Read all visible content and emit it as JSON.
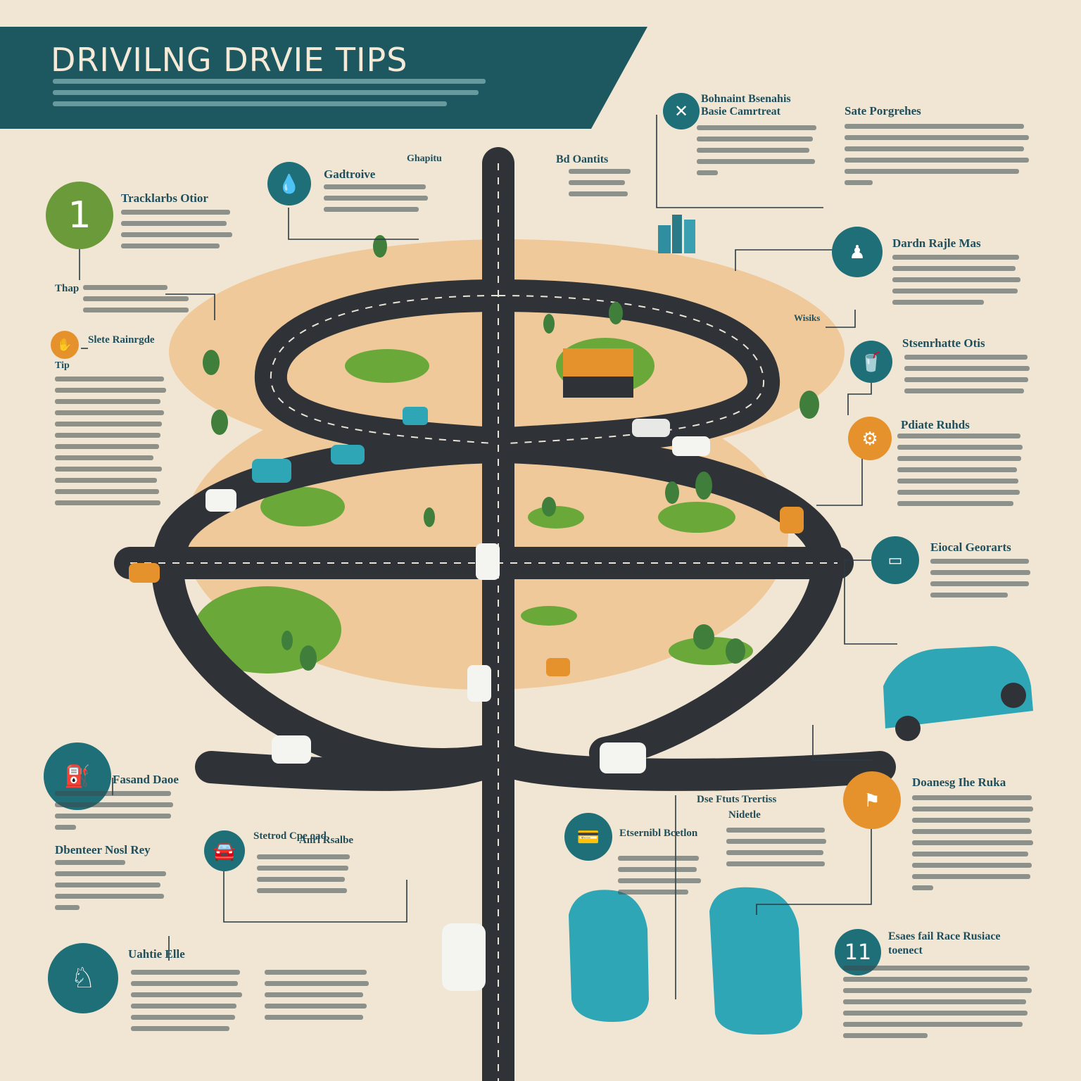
{
  "header": {
    "title": "DRIVILNG DRVIE TIPS"
  },
  "tips": [
    {
      "id": "tip-1",
      "number": "1",
      "title": "Tracklarbs Otior",
      "color": "#6a9a3a"
    },
    {
      "id": "tip-2",
      "number": "",
      "title": "Gadtroive",
      "color": "#1e6f78"
    },
    {
      "id": "tip-3",
      "number": "",
      "title": "Bohnaint Bsenahis",
      "subtitle": "Basie Camrtreat",
      "color": "#1e6f78"
    },
    {
      "id": "tip-4",
      "number": "",
      "title": "Sate Porgrehes",
      "color": ""
    },
    {
      "id": "tip-5",
      "number": "",
      "title": "Thap",
      "color": ""
    },
    {
      "id": "tip-6",
      "number": "",
      "title": "Slete Rainrgde",
      "subtitle": "Tip",
      "color": "#e6922c"
    },
    {
      "id": "tip-7",
      "number": "",
      "title": "Dardn Rajle Mas",
      "color": "#1e6f78"
    },
    {
      "id": "tip-8",
      "number": "",
      "title": "Stsenrhatte Otis",
      "color": "#1e6f78"
    },
    {
      "id": "tip-9",
      "number": "",
      "title": "Pdiate Ruhds",
      "color": "#e6922c"
    },
    {
      "id": "tip-10",
      "number": "",
      "title": "Eiocal Georarts",
      "color": "#1e6f78"
    },
    {
      "id": "tip-11",
      "number": "",
      "title": "Fasand Daoe",
      "color": "#1e6f78"
    },
    {
      "id": "tip-12",
      "number": "",
      "title": "Dbenteer Nosl Rey",
      "color": ""
    },
    {
      "id": "tip-13",
      "number": "",
      "title": "Stetrod Cpe oad",
      "subtitle": "Anrl Rsalbe",
      "color": "#1e6f78"
    },
    {
      "id": "tip-14",
      "number": "",
      "title": "Etsernibl Bcetlon",
      "color": "#1e6f78"
    },
    {
      "id": "tip-15",
      "number": "",
      "title": "Dse Ftuts Trertiss",
      "subtitle": "Nidetle",
      "color": ""
    },
    {
      "id": "tip-16",
      "number": "",
      "title": "Doanesg Ihe Ruka",
      "color": "#e6922c"
    },
    {
      "id": "tip-17",
      "number": "",
      "title": "Uahtie Elle",
      "color": "#1e6f78"
    },
    {
      "id": "tip-18",
      "number": "11",
      "title": "Esaes fail Race Rusiace",
      "subtitle": "toenect",
      "color": "#1e6f78"
    }
  ],
  "map_labels": {
    "label_a": "Ghapitu",
    "label_b": "Bd Oantits",
    "label_c": "Wisiks"
  },
  "colors": {
    "background": "#f1e6d3",
    "banner": "#1d5860",
    "road": "#2f3338",
    "grass": "#6aa83a",
    "sand": "#efc99a",
    "car_teal": "#2ea6b5"
  }
}
